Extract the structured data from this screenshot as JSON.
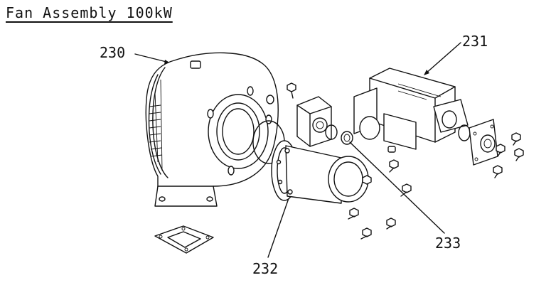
{
  "title": "Fan Assembly 100kW",
  "callouts": {
    "fan": "230",
    "gas_valve": "231",
    "venturi": "232",
    "oring": "233"
  }
}
